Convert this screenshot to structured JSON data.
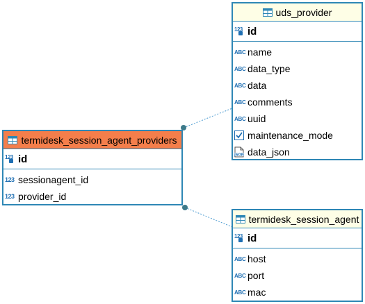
{
  "colors": {
    "border": "#2e87b5",
    "selected_header": "#f47e4b",
    "header": "#fefee6",
    "link": "#4a9ad0",
    "dot": "#3d7a8a"
  },
  "entities": [
    {
      "name": "uds_provider",
      "selected": false,
      "pk": {
        "name": "id",
        "icon": "number-key-icon"
      },
      "columns": [
        {
          "name": "name",
          "icon": "text-icon"
        },
        {
          "name": "data_type",
          "icon": "text-icon"
        },
        {
          "name": "data",
          "icon": "text-icon"
        },
        {
          "name": "comments",
          "icon": "text-icon"
        },
        {
          "name": "uuid",
          "icon": "text-icon"
        },
        {
          "name": "maintenance_mode",
          "icon": "checkbox-icon"
        },
        {
          "name": "data_json",
          "icon": "json-icon"
        }
      ]
    },
    {
      "name": "termidesk_session_agent_providers",
      "selected": true,
      "pk": {
        "name": "id",
        "icon": "number-key-icon"
      },
      "columns": [
        {
          "name": "sessionagent_id",
          "icon": "number-icon"
        },
        {
          "name": "provider_id",
          "icon": "number-icon"
        }
      ]
    },
    {
      "name": "termidesk_session_agent",
      "selected": false,
      "pk": {
        "name": "id",
        "icon": "number-key-icon"
      },
      "columns": [
        {
          "name": "host",
          "icon": "text-icon"
        },
        {
          "name": "port",
          "icon": "text-icon"
        },
        {
          "name": "mac",
          "icon": "text-icon"
        }
      ]
    }
  ],
  "relations": [
    {
      "from": "termidesk_session_agent_providers",
      "to": "uds_provider"
    },
    {
      "from": "termidesk_session_agent_providers",
      "to": "termidesk_session_agent"
    }
  ]
}
